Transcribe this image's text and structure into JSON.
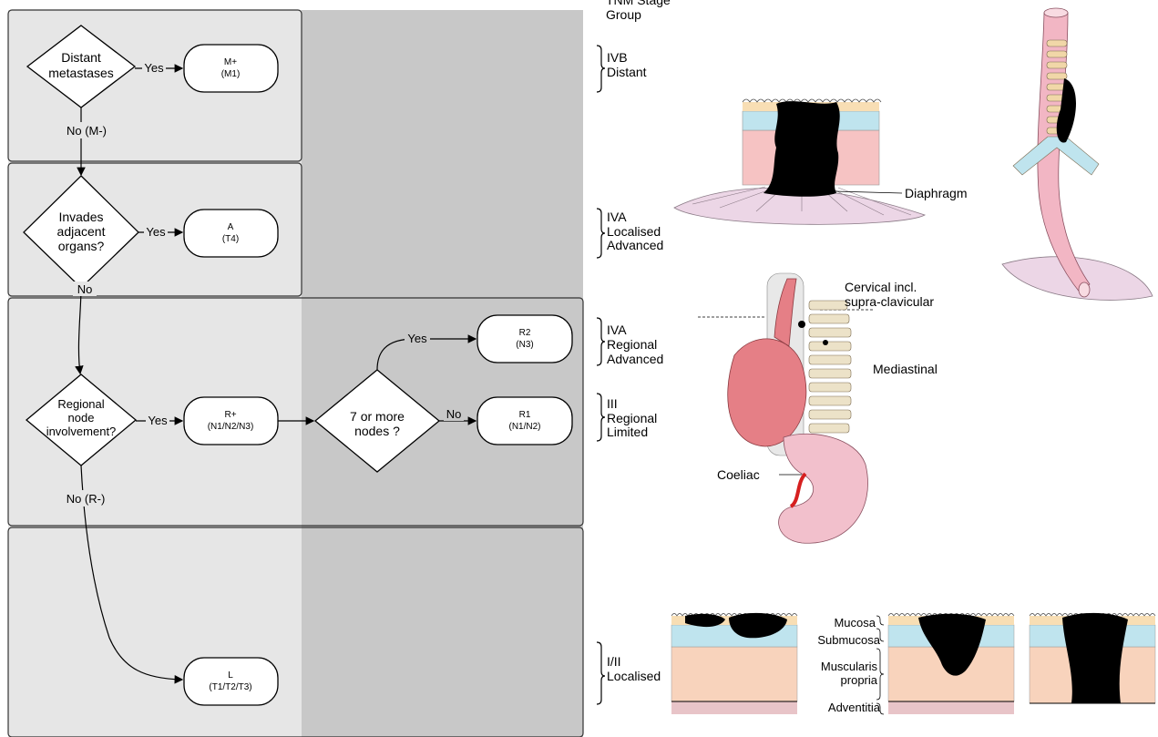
{
  "header": {
    "line1": "TNM Stage",
    "line2": "Group"
  },
  "flow": {
    "distant_q": [
      "Distant",
      "metastases"
    ],
    "adjacent_q": [
      "Invades",
      "adjacent",
      "organs?"
    ],
    "regional_q": [
      "Regional",
      "node",
      "involvement?"
    ],
    "nodes7_q": [
      "7 or more",
      "nodes ?"
    ],
    "yes": "Yes",
    "no": "No",
    "no_m": "No (M-)",
    "no_r": "No (R-)",
    "m_plus": [
      "M+",
      "(M1)"
    ],
    "a_t4": [
      "A",
      "(T4)"
    ],
    "r_plus": [
      "R+",
      "(N1/N2/N3)"
    ],
    "r2": [
      "R2",
      "(N3)"
    ],
    "r1": [
      "R1",
      "(N1/N2)"
    ],
    "l": [
      "L",
      "(T1/T2/T3)"
    ]
  },
  "stages": [
    [
      "IVB",
      "Distant"
    ],
    [
      "IVA",
      "Localised",
      "Advanced"
    ],
    [
      "IVA",
      "Regional",
      "Advanced"
    ],
    [
      "III",
      "Regional",
      "Limited"
    ],
    [
      "I/II",
      "Localised"
    ]
  ],
  "illustration_labels": {
    "diaphragm": "Diaphragm",
    "cervical": [
      "Cervical incl.",
      "supra-clavicular"
    ],
    "mediastinal": "Mediastinal",
    "coeliac": "Coeliac",
    "layers": [
      "Mucosa",
      "Submucosa",
      "Muscularis",
      "propria",
      "Adventitia"
    ]
  }
}
